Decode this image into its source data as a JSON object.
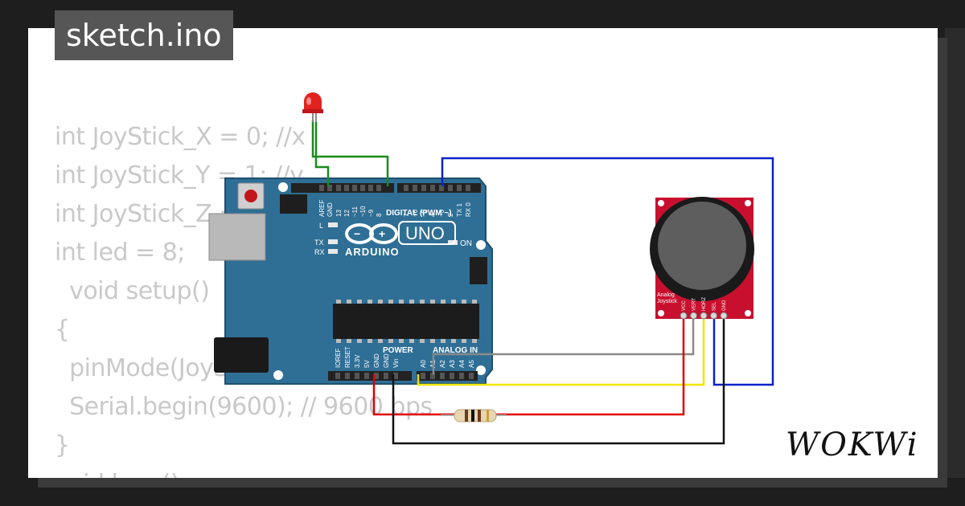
{
  "sketch": {
    "filename": "sketch.ino"
  },
  "code": {
    "lines": [
      "int JoyStick_X = 0; //x",
      "int JoyStick_Y = 1; //y",
      "int JoyStick_Z = 3;",
      "int led = 8;",
      "  void setup()",
      "{",
      "  pinMode(JoyStick_Z, INPUT);",
      "  Serial.begin(9600); // 9600 bps",
      "}",
      "void loop()"
    ]
  },
  "board": {
    "model": "UNO",
    "brand": "ARDUINO",
    "digital_header_label": "DIGITAL (PWM ~)",
    "power_label": "POWER",
    "analog_label": "ANALOG IN",
    "led_labels": [
      "L",
      "TX",
      "RX"
    ],
    "on_label": "ON",
    "top_pins": [
      "AREF",
      "GND",
      "13",
      "12",
      "~11",
      "~10",
      "~9",
      "8",
      "7",
      "~6",
      "~5",
      "4",
      "~3",
      "2",
      "TX 1",
      "RX 0"
    ],
    "power_pins": [
      "IOREF",
      "RESET",
      "3.3V",
      "5V",
      "GND",
      "GND",
      "Vin"
    ],
    "analog_pins": [
      "A0",
      "A1",
      "A2",
      "A3",
      "A4",
      "A5"
    ]
  },
  "joystick": {
    "label_line1": "Analog",
    "label_line2": "Joystick",
    "pins": [
      "VCC",
      "VERT",
      "HORZ",
      "SEL",
      "GND"
    ]
  },
  "wire_colors": {
    "green": "#1a8a1a",
    "blue": "#0a22c8",
    "gray": "#8a8a8a",
    "yellow": "#f2e600",
    "red": "#e00000",
    "black": "#111111"
  },
  "brand": {
    "logo_text": "WOKWi"
  }
}
